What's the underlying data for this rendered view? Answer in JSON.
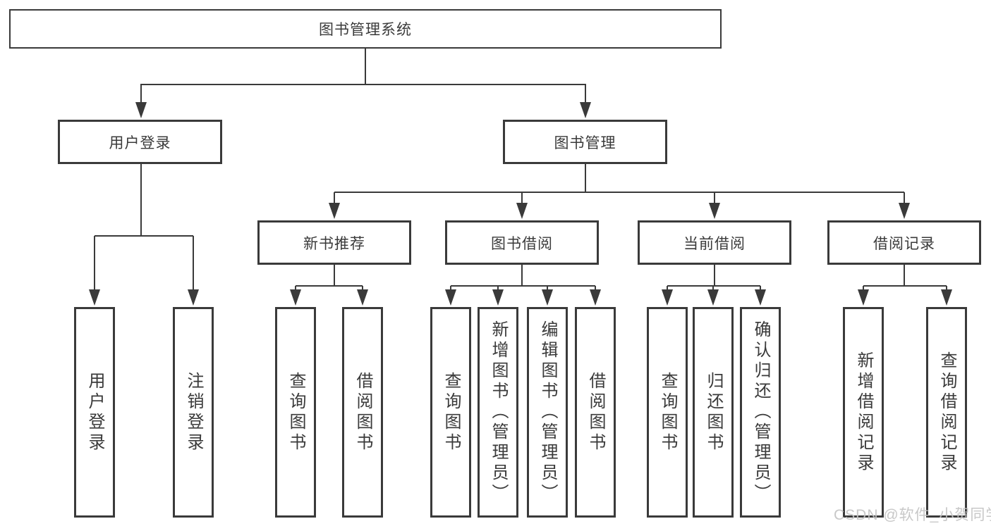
{
  "diagram": {
    "root": {
      "label": "图书管理系统"
    },
    "branches": [
      {
        "label": "用户登录",
        "leaves": [
          {
            "label": "用户登录"
          },
          {
            "label": "注销登录"
          }
        ]
      },
      {
        "label": "图书管理",
        "sections": [
          {
            "label": "新书推荐",
            "leaves": [
              {
                "label": "查询图书"
              },
              {
                "label": "借阅图书"
              }
            ]
          },
          {
            "label": "图书借阅",
            "leaves": [
              {
                "label": "查询图书"
              },
              {
                "label": "新增图书（管理员）"
              },
              {
                "label": "编辑图书（管理员）"
              },
              {
                "label": "借阅图书"
              }
            ]
          },
          {
            "label": "当前借阅",
            "leaves": [
              {
                "label": "查询图书"
              },
              {
                "label": "归还图书"
              },
              {
                "label": "确认归还（管理员）"
              }
            ]
          },
          {
            "label": "借阅记录",
            "leaves": [
              {
                "label": "新增借阅记录"
              },
              {
                "label": "查询借阅记录"
              }
            ]
          }
        ]
      }
    ]
  },
  "watermark": {
    "text": "CSDN @软件_小贺同学"
  },
  "colors": {
    "line": "#3a3a3a",
    "text": "#3a3a3a",
    "watermark": "#c3c3c3",
    "background": "#ffffff"
  }
}
